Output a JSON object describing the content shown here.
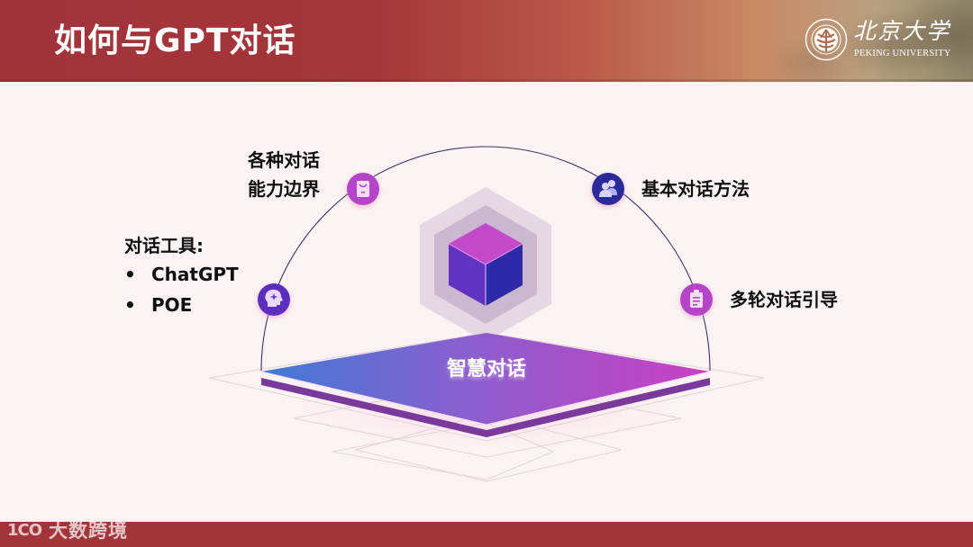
{
  "header": {
    "title": "如何与GPT对话",
    "logo": {
      "name_cn": "北京大学",
      "name_en": "PEKING UNIVERSITY",
      "emblem": "peking-university-emblem"
    }
  },
  "diagram": {
    "center": {
      "label": "智慧对话",
      "icon": "cube-icon"
    },
    "nodes": [
      {
        "id": "tools",
        "icon": "head-idea-icon",
        "color": "#5b2fc0",
        "heading": "对话工具:",
        "items": [
          "ChatGPT",
          "POE"
        ]
      },
      {
        "id": "boundaries",
        "icon": "mobile-device-icon",
        "color": "#b545c8",
        "lines": [
          "各种对话",
          "能力边界"
        ]
      },
      {
        "id": "basic-methods",
        "icon": "users-icon",
        "color": "#2c2a9a",
        "lines": [
          "基本对话方法"
        ]
      },
      {
        "id": "multi-turn",
        "icon": "clipboard-icon",
        "color": "#b545c8",
        "lines": [
          "多轮对话引导"
        ]
      }
    ],
    "bullet": "•"
  },
  "footer": {
    "watermark": "大数跨境",
    "watermark_logo": "1CO"
  },
  "colors": {
    "header_red": "#a1323a",
    "footer_red": "#a1353a",
    "background": "#fbf3f3",
    "platform_left": "#3f7bd6",
    "platform_right": "#c93fc4",
    "cube_top": "#c24ac8",
    "cube_left": "#6432c0",
    "cube_right": "#2c2aa8"
  }
}
